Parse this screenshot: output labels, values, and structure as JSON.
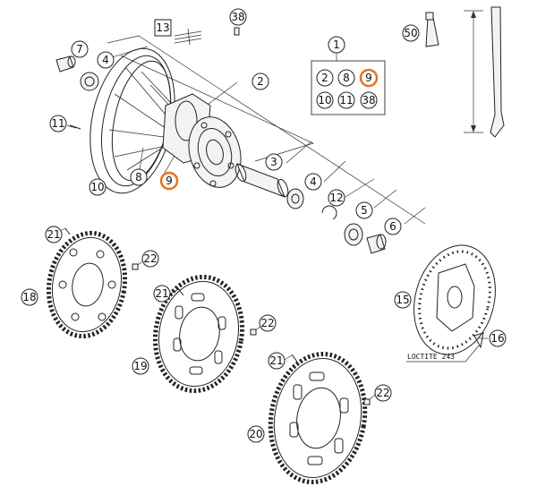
{
  "highlight_color": "#e8731c",
  "kit": {
    "number": "1",
    "contents": [
      "2",
      "8",
      "9",
      "10",
      "11",
      "38"
    ]
  },
  "callouts": {
    "c2": "2",
    "c3": "3",
    "c4a": "4",
    "c4b": "4",
    "c5": "5",
    "c6": "6",
    "c7": "7",
    "c8": "8",
    "c9": "9",
    "c10": "10",
    "c11": "11",
    "c12": "12",
    "c13": "13",
    "c15": "15",
    "c16": "16",
    "c18": "18",
    "c19": "19",
    "c20": "20",
    "c21a": "21",
    "c21b": "21",
    "c21c": "21",
    "c22a": "22",
    "c22b": "22",
    "c22c": "22",
    "c38": "38",
    "c50": "50"
  },
  "note": "LOCTITE 243"
}
